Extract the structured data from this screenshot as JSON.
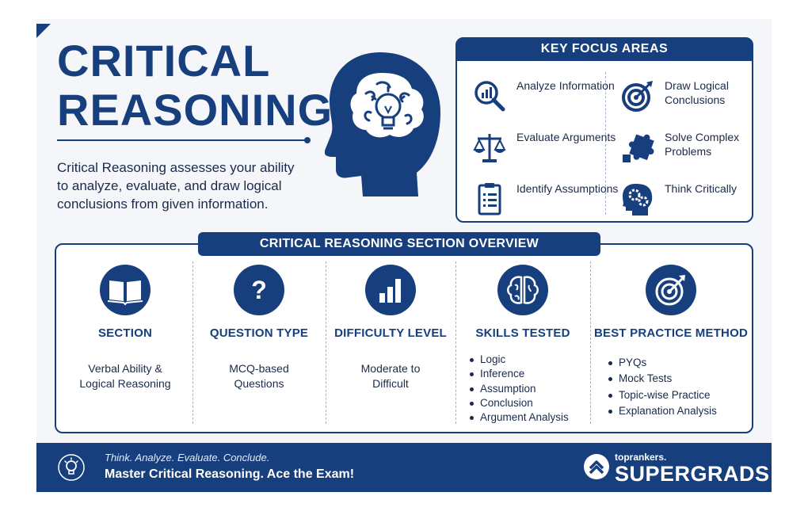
{
  "title": {
    "line1": "CRITICAL",
    "line2": "REASONING"
  },
  "intro": "Critical Reasoning assesses your ability to analyze, evaluate, and draw logical conclusions from given information.",
  "focus": {
    "header": "KEY FOCUS AREAS",
    "items": [
      {
        "label": "Analyze Information",
        "icon": "magnifier-chart-icon"
      },
      {
        "label": "Draw Logical Conclusions",
        "icon": "target-icon"
      },
      {
        "label": "Evaluate Arguments",
        "icon": "scales-icon"
      },
      {
        "label": "Solve Complex Problems",
        "icon": "puzzle-icon"
      },
      {
        "label": "Identify Assumptions",
        "icon": "checklist-icon"
      },
      {
        "label": "Think Critically",
        "icon": "head-gears-icon"
      }
    ]
  },
  "overview": {
    "header": "CRITICAL REASONING SECTION OVERVIEW",
    "columns": [
      {
        "title": "SECTION",
        "text": "Verbal Ability & Logical Reasoning",
        "icon": "book-icon"
      },
      {
        "title": "QUESTION TYPE",
        "text": "MCQ-based Questions",
        "icon": "question-icon"
      },
      {
        "title": "DIFFICULTY LEVEL",
        "text": "Moderate to Difficult",
        "icon": "bar-chart-icon"
      },
      {
        "title": "SKILLS TESTED",
        "items": [
          "Logic",
          "Inference",
          "Assumption",
          "Conclusion",
          "Argument Analysis"
        ],
        "icon": "brain-icon"
      },
      {
        "title": "BEST PRACTICE METHOD",
        "items": [
          "PYQs",
          "Mock Tests",
          "Topic-wise Practice",
          "Explanation Analysis"
        ],
        "icon": "target-icon"
      }
    ]
  },
  "footer": {
    "tagline": "Think. Analyze. Evaluate. Conclude.",
    "main": "Master Critical Reasoning. Ace the Exam!",
    "brand_small": "toprankers.",
    "brand_big": "SUPERGRADS"
  },
  "colors": {
    "primary": "#173f7d",
    "background": "#f4f6f9",
    "text": "#1b2a4a"
  }
}
